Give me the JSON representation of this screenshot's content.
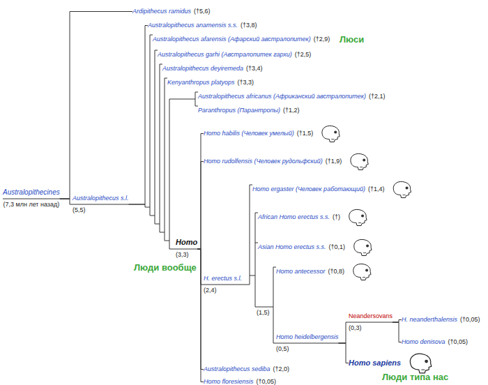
{
  "diagram": {
    "nodes": [
      {
        "text": [
          "Australopithecines",
          "(7,3 млн лет назад)"
        ]
      },
      {
        "text": [
          "Ardipithecus ramidus",
          "(†5,6)"
        ]
      },
      {
        "text": [
          "Australopithecus s.l.",
          "(5,5)"
        ]
      },
      {
        "text": [
          "Australopithecus anamensis s.s.",
          "(†3,8)"
        ]
      },
      {
        "text": [
          "Australopithecus afarensis (Афарский австралопитек)",
          "(†2,9)"
        ]
      },
      {
        "text": [
          "Australopithecus garhi (Австралопитек гархи)",
          "(†2,5)"
        ]
      },
      {
        "text": [
          "Australopithecus deyiremeda",
          "(†3,4)"
        ]
      },
      {
        "text": [
          "Kenyanthropus platyops",
          "(†3,3)"
        ]
      },
      {
        "text": [
          "Australopithecus africanus (Африканский австралопитек)",
          "(†2,1)"
        ]
      },
      {
        "text": [
          "Paranthropus (Парантропы)",
          "(†1,2)"
        ]
      },
      {
        "text": [
          "Homo",
          "(3,3)"
        ]
      },
      {
        "text": [
          "Homo habilis (Человек умелый)",
          "(†1,5)"
        ]
      },
      {
        "text": [
          "Homo rudolfensis (Человек рудольфский)",
          "(†1,9)"
        ]
      },
      {
        "text": [
          "H. erectus s.l.",
          "(2,4)"
        ]
      },
      {
        "text": [
          "Homo ergaster (Человек работающий)",
          "(†1,4)"
        ]
      },
      {
        "text": [
          "African Homo erectus s.s.",
          "(†)"
        ]
      },
      {
        "text": [
          "Asian Homo erectus s.s.",
          "(†0,1)"
        ]
      },
      {
        "text": [
          "Homo antecessor",
          "(†0,8)"
        ]
      },
      {
        "text": [
          "Homo heidelbergensis",
          "(0,5)"
        ]
      },
      {
        "text": [
          "Neandersovans",
          "(0,3)"
        ]
      },
      {
        "text": [
          "H. neanderthalensis",
          "(†0,05)"
        ]
      },
      {
        "text": [
          "Homo denisova",
          "(†0,05)"
        ]
      },
      {
        "text": [
          "Homo sapiens"
        ]
      },
      {
        "text": [
          "Australopithecus sediba",
          "(†2,0)"
        ]
      },
      {
        "text": [
          "Homo floresiensis",
          "(†0,05)"
        ]
      }
    ],
    "edges": [
      {
        "from": 0,
        "to": 1,
        "arrow": "none"
      },
      {
        "from": 0,
        "to": 2,
        "arrow": "none"
      },
      {
        "from": 2,
        "to": 3,
        "arrow": "none"
      },
      {
        "from": 10,
        "to": 11,
        "arrow": "none"
      },
      {
        "from": 10,
        "to": 12,
        "arrow": "none"
      },
      {
        "from": 10,
        "to": 13,
        "arrow": "none"
      },
      {
        "from": 10,
        "to": 23,
        "arrow": "none"
      },
      {
        "from": 10,
        "to": 24,
        "arrow": "none"
      },
      {
        "from": 18,
        "to": 19,
        "arrow": "none"
      },
      {
        "from": 18,
        "to": 22,
        "arrow": "none"
      },
      {
        "from": 19,
        "to": 20,
        "arrow": "none"
      },
      {
        "from": 19,
        "to": 21,
        "arrow": "none"
      }
    ],
    "labels": [
      "Люси",
      "Люди вообще",
      "(1,5)",
      "Люди типа нас"
    ]
  }
}
